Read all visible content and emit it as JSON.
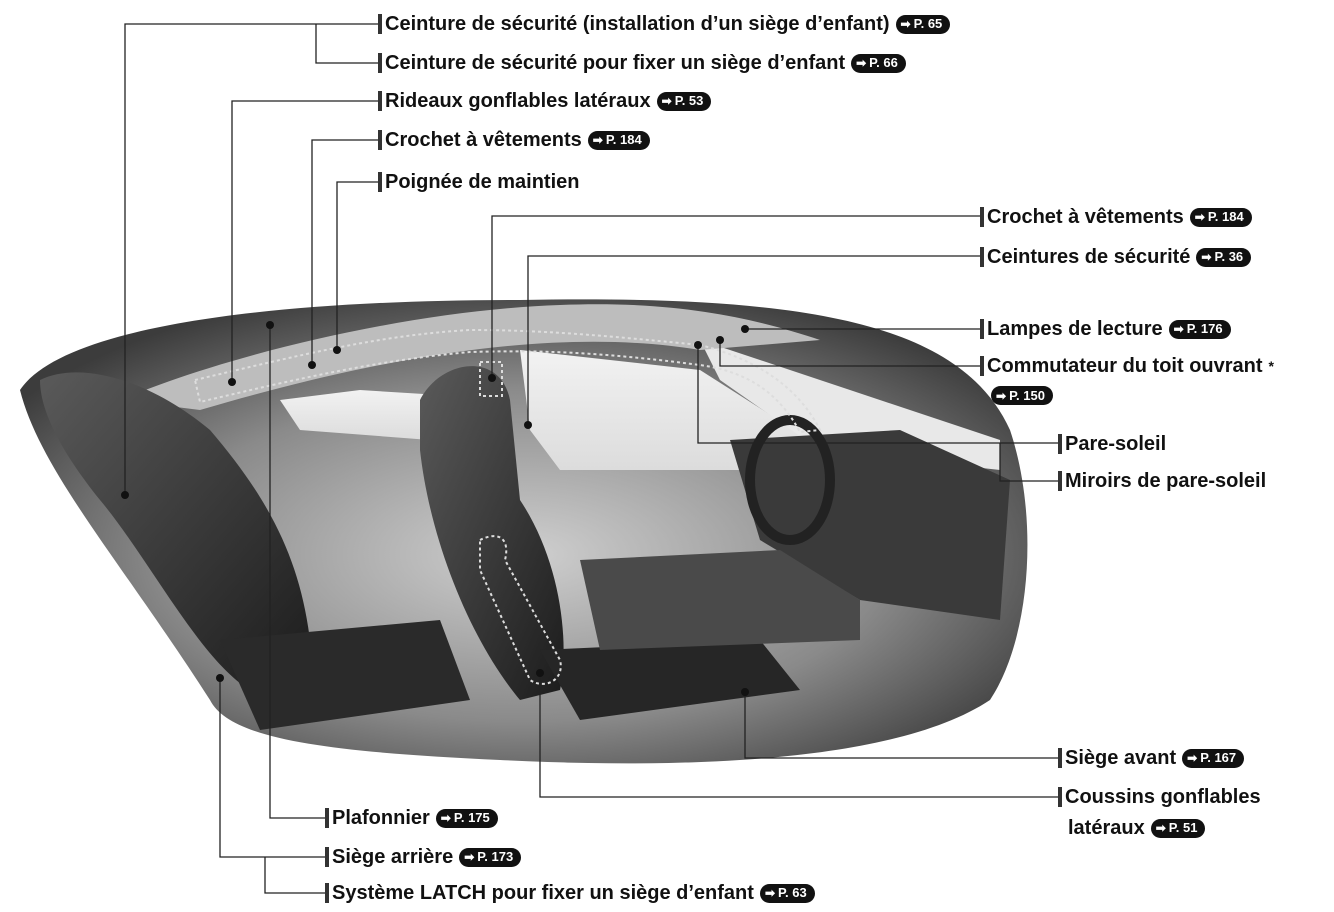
{
  "labels": {
    "child_seat_install": "Ceinture de sécurité (installation d’un siège d’enfant)",
    "child_seat_belt": "Ceinture de sécurité pour fixer un siège d’enfant",
    "side_curtain": "Rideaux gonflables latéraux",
    "coat_hook_left": "Crochet à vêtements",
    "grab_handle": "Poignée de maintien",
    "coat_hook_right": "Crochet à vêtements",
    "seat_belts": "Ceintures de sécurité",
    "reading_lamps": "Lampes de lecture",
    "moonroof_switch": "Commutateur du toit ouvrant",
    "moonroof_star": "*",
    "sun_visor": "Pare-soleil",
    "vanity_mirrors": "Miroirs de pare-soleil",
    "front_seat": "Siège avant",
    "side_airbags_line1": "Coussins gonflables",
    "side_airbags_line2": "latéraux",
    "ceiling_light": "Plafonnier",
    "rear_seat": "Siège arrière",
    "latch": "Système LATCH pour fixer un siège d’enfant"
  },
  "refs": {
    "child_seat_install": "P. 65",
    "child_seat_belt": "P. 66",
    "side_curtain": "P. 53",
    "coat_hook_left": "P. 184",
    "coat_hook_right": "P. 184",
    "seat_belts": "P. 36",
    "reading_lamps": "P. 176",
    "moonroof_switch": "P. 150",
    "front_seat": "P. 167",
    "side_airbags": "P. 51",
    "ceiling_light": "P. 175",
    "rear_seat": "P. 173",
    "latch": "P. 63"
  },
  "ref_arrow": "➡",
  "colors": {
    "badge": "#111111",
    "leader": "#222222",
    "background": "#ffffff"
  }
}
